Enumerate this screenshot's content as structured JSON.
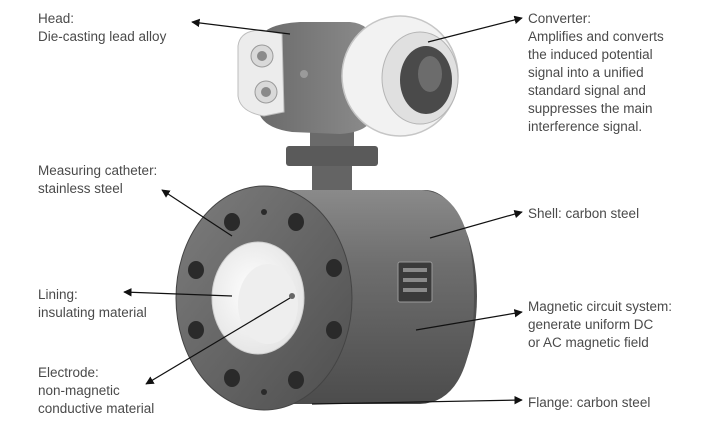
{
  "labels": {
    "head": {
      "title": "Head:",
      "desc": "Die-casting lead alloy"
    },
    "converter": {
      "title": "Converter:",
      "desc": [
        "Amplifies and converts",
        "the induced potential",
        "signal into a unified",
        "standard signal and",
        "suppresses the main",
        "interference signal."
      ]
    },
    "catheter": {
      "title": "Measuring catheter:",
      "desc": "stainless steel"
    },
    "shell": {
      "text": "Shell: carbon steel"
    },
    "lining": {
      "title": "Lining:",
      "desc": "insulating material"
    },
    "magnetic": {
      "title": "Magnetic circuit system:",
      "desc": [
        "generate uniform DC",
        "or AC magnetic field"
      ]
    },
    "electrode": {
      "title": "Electrode:",
      "desc": [
        "non-magnetic",
        "conductive material"
      ]
    },
    "flange": {
      "text": "Flange: carbon steel"
    }
  },
  "colors": {
    "text": "#4a4a4a",
    "arrow": "#111111",
    "body_dark": "#5e5e5e",
    "body_mid": "#7a7a7a",
    "lining_white": "#f8f8f8"
  }
}
